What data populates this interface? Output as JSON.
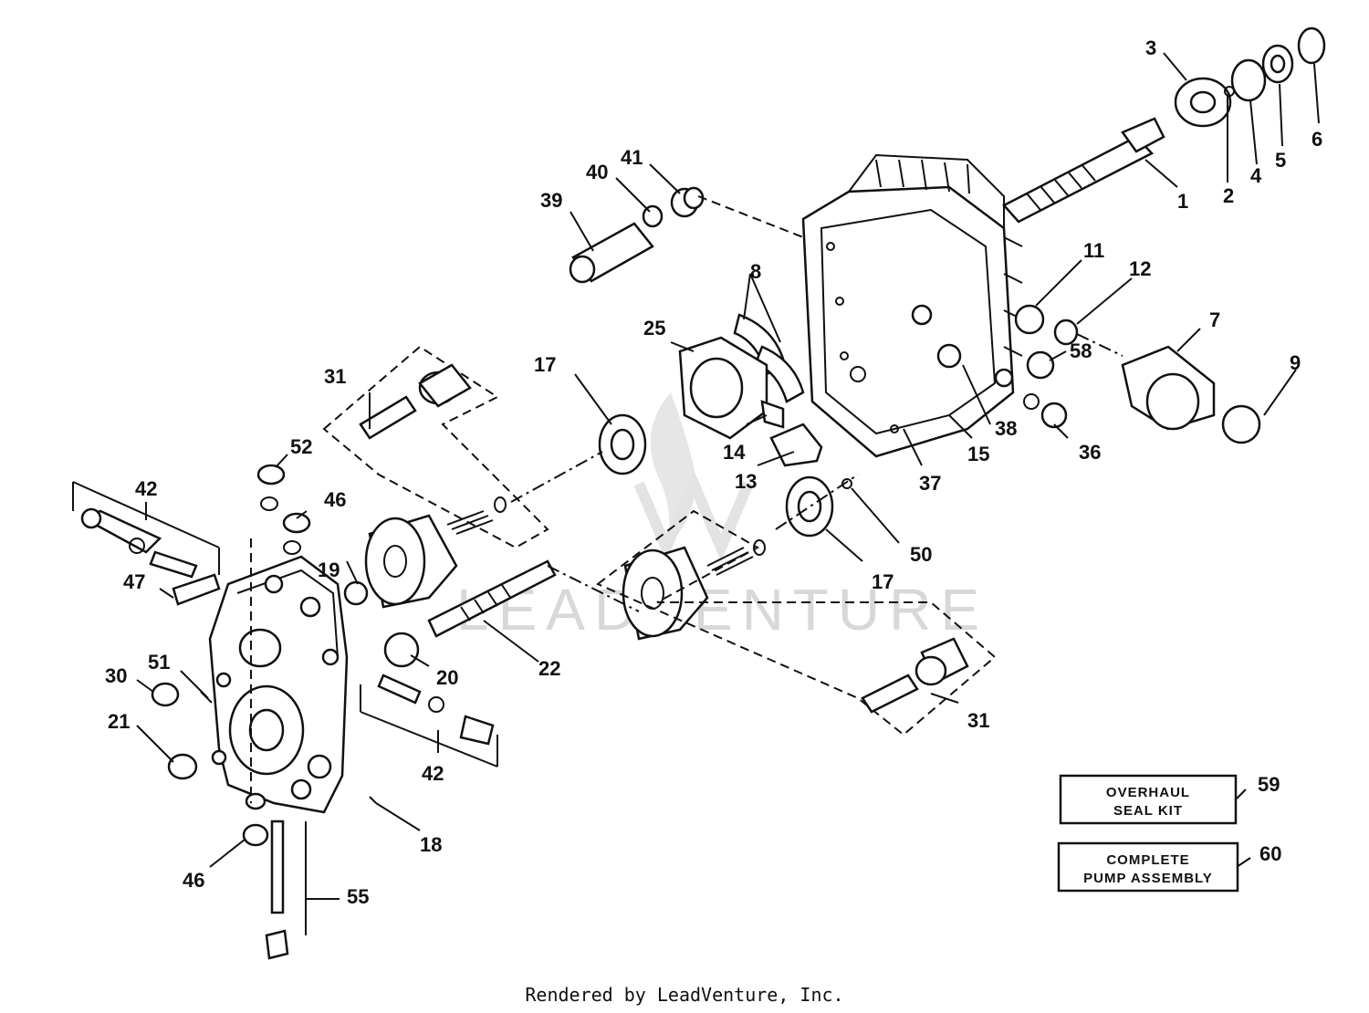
{
  "parts": [
    {
      "n": "1"
    },
    {
      "n": "2"
    },
    {
      "n": "3"
    },
    {
      "n": "4"
    },
    {
      "n": "5"
    },
    {
      "n": "6"
    },
    {
      "n": "7"
    },
    {
      "n": "8"
    },
    {
      "n": "9"
    },
    {
      "n": "11"
    },
    {
      "n": "12"
    },
    {
      "n": "13"
    },
    {
      "n": "14"
    },
    {
      "n": "15"
    },
    {
      "n": "17"
    },
    {
      "n": "17"
    },
    {
      "n": "18"
    },
    {
      "n": "19"
    },
    {
      "n": "20"
    },
    {
      "n": "21"
    },
    {
      "n": "22"
    },
    {
      "n": "25"
    },
    {
      "n": "30"
    },
    {
      "n": "31"
    },
    {
      "n": "31"
    },
    {
      "n": "36"
    },
    {
      "n": "37"
    },
    {
      "n": "38"
    },
    {
      "n": "39"
    },
    {
      "n": "40"
    },
    {
      "n": "41"
    },
    {
      "n": "42"
    },
    {
      "n": "42"
    },
    {
      "n": "46"
    },
    {
      "n": "46"
    },
    {
      "n": "47"
    },
    {
      "n": "50"
    },
    {
      "n": "51"
    },
    {
      "n": "52"
    },
    {
      "n": "55"
    },
    {
      "n": "58"
    },
    {
      "n": "59"
    },
    {
      "n": "60"
    }
  ],
  "kits": {
    "overhaul_line1": "OVERHAUL",
    "overhaul_line2": "SEAL KIT",
    "complete_line1": "COMPLETE",
    "complete_line2": "PUMP ASSEMBLY"
  },
  "watermark": "LEADVENTURE",
  "footer": "Rendered by LeadVenture, Inc."
}
